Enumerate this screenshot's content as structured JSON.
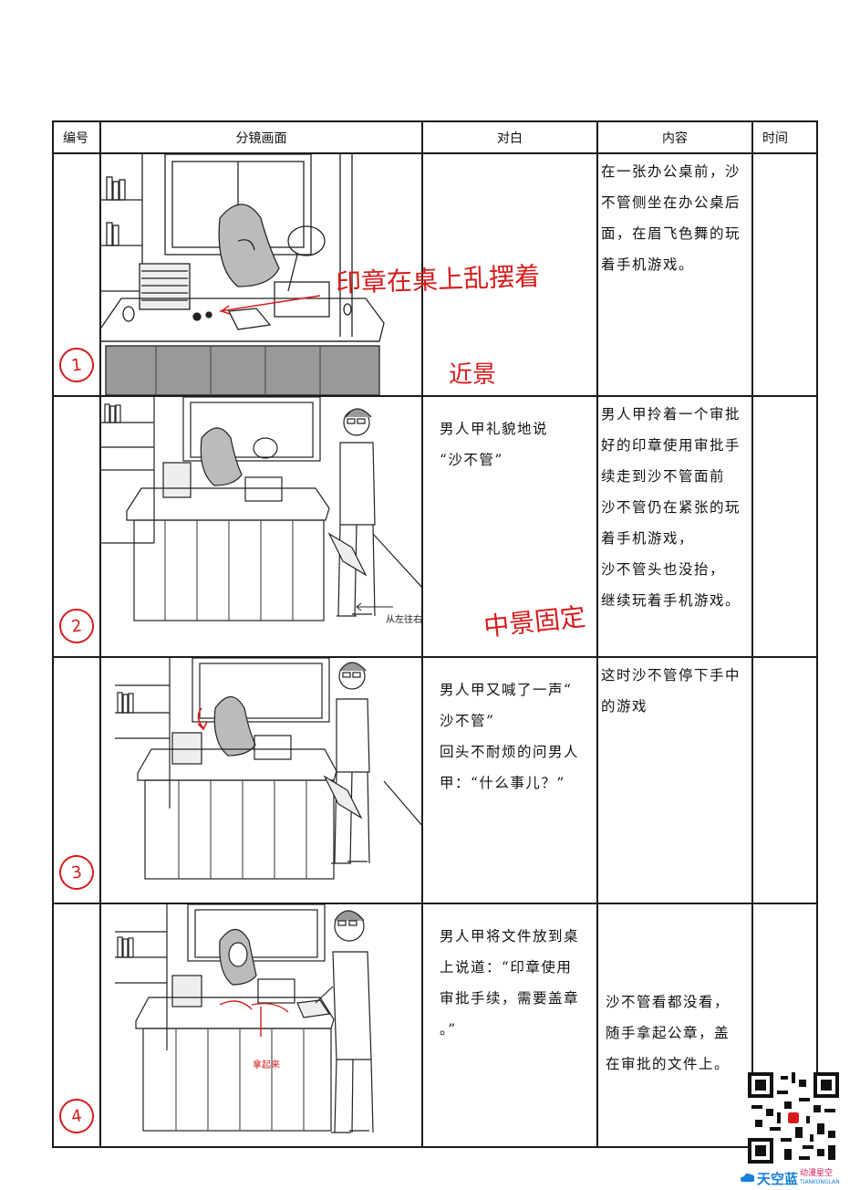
{
  "table": {
    "headers": [
      "编号",
      "分镜画面",
      "对白",
      "内容",
      "时间"
    ],
    "rows": [
      {
        "num_mark": "1",
        "dialog": [],
        "content": [
          "在一张办公桌前，沙",
          "不管侧坐在办公桌后",
          "面，在眉飞色舞的玩",
          "着手机游戏。"
        ],
        "time": "",
        "annotations": [
          "印章在桌上乱摆着",
          "近景"
        ]
      },
      {
        "num_mark": "2",
        "dialog": [
          "男人甲礼貌地说",
          "“沙不管”"
        ],
        "content": [
          "男人甲拎着一个审批",
          "好的印章使用审批手",
          "续走到沙不管面前",
          "沙不管仍在紧张的玩",
          "着手机游戏，",
          "沙不管头也没抬，",
          "继续玩着手机游戏。"
        ],
        "time": "",
        "annotations": [
          "中景固定",
          "从左往右"
        ]
      },
      {
        "num_mark": "3",
        "dialog": [
          "男人甲又喊了一声“",
          "沙不管”",
          "回头不耐烦的问男人",
          "甲：“什么事儿？”"
        ],
        "content": [
          "这时沙不管停下手中",
          "的游戏"
        ],
        "time": "",
        "annotations": []
      },
      {
        "num_mark": "4",
        "dialog": [
          "男人甲将文件放到桌",
          "上说道：“印章使用",
          "审批手续，需要盖章",
          "。”"
        ],
        "content": [
          "沙不管看都没看，",
          "随手拿起公章，盖",
          "在审批的文件上。"
        ],
        "time": "",
        "annotations": [
          "拿起来"
        ]
      }
    ]
  },
  "logo": {
    "main": "天空蓝",
    "sub_cn": "动漫星空",
    "sub_en": "TIANKONGLAN"
  },
  "colors": {
    "annotation_red": "#d61b1b",
    "logo_blue": "#1a7fd6",
    "line": "#1a1a1a"
  }
}
